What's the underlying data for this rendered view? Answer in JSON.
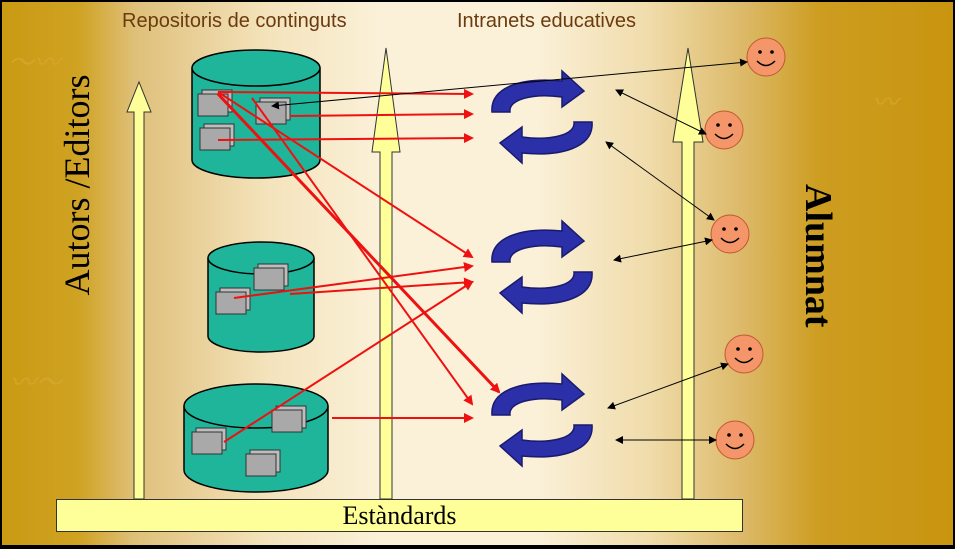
{
  "labels": {
    "repositories": "Repositoris de continguts",
    "intranets": "Intranets educatives",
    "authors": "Autors /Editors",
    "students": "Alumnat",
    "standards": "Estàndards"
  },
  "icons": {
    "repository": "database-cylinder-icon",
    "document": "document-stack-icon",
    "intranet": "cycle-arrows-icon",
    "student": "smiley-face-icon",
    "pillar": "upward-arrow-icon"
  },
  "colors": {
    "cylinder": "#1fb59a",
    "cycle_arrow": "#2b2fa8",
    "link_red": "#ee1111",
    "smiley": "#f4956a",
    "pillar": "#ffff99",
    "standards_bar": "#ffff99",
    "label_brown": "#6b3b10"
  }
}
